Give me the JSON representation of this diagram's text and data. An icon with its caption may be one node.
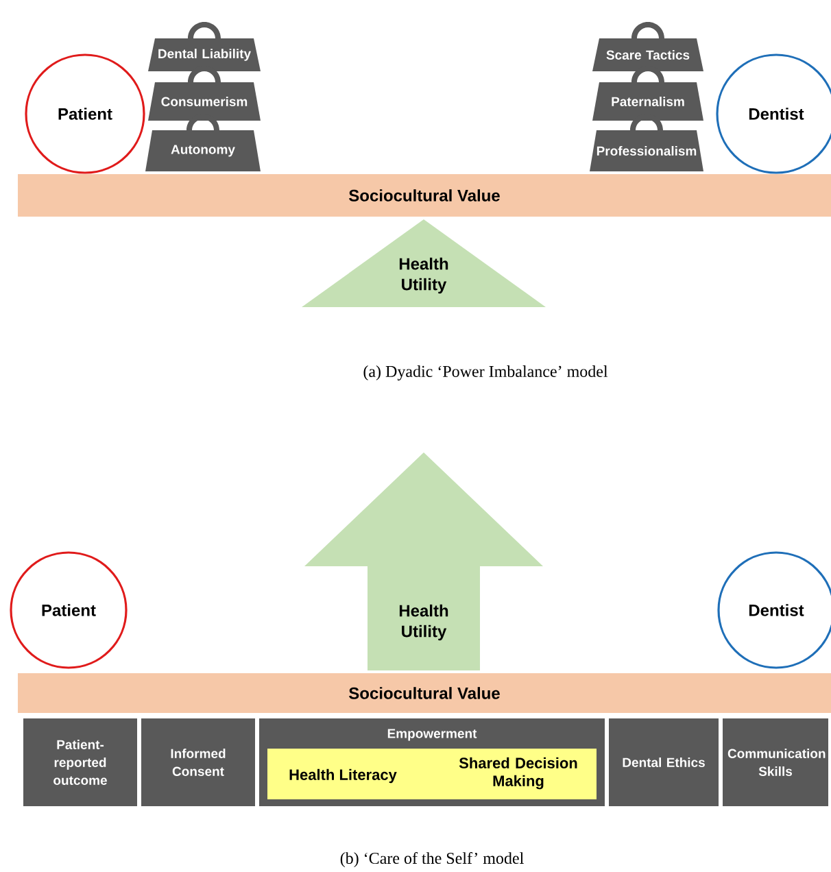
{
  "diagram": {
    "nodes": [
      {
        "text": [
          "Patient"
        ]
      },
      {
        "text": [
          "Dental Liability"
        ]
      },
      {
        "text": [
          "Consumerism"
        ]
      },
      {
        "text": [
          "Autonomy"
        ]
      },
      {
        "text": [
          "Scare Tactics"
        ]
      },
      {
        "text": [
          "Paternalism"
        ]
      },
      {
        "text": [
          "Professionalism"
        ]
      },
      {
        "text": [
          "Dentist"
        ]
      },
      {
        "text": [
          "Sociocultural Value"
        ]
      },
      {
        "text": [
          "Health Utility"
        ]
      },
      {
        "text": [
          "Health Utility"
        ]
      },
      {
        "text": [
          "Patient"
        ]
      },
      {
        "text": [
          "Dentist"
        ]
      },
      {
        "text": [
          "Sociocultural Value"
        ]
      },
      {
        "text": [
          "Patient-reported outcome"
        ]
      },
      {
        "text": [
          "Informed Consent"
        ]
      },
      {
        "text": [
          "Empowerment"
        ]
      },
      {
        "text": [
          "Health Literacy",
          "Shared Decision Making"
        ],
        "in": 16
      },
      {
        "text": [
          "Dental Ethics"
        ]
      },
      {
        "text": [
          "Communication Skills"
        ]
      }
    ],
    "labels": [
      "(a)  Dyadic ‘Power Imbalance’ model",
      "(b) ‘Care of the Self’ model"
    ]
  }
}
